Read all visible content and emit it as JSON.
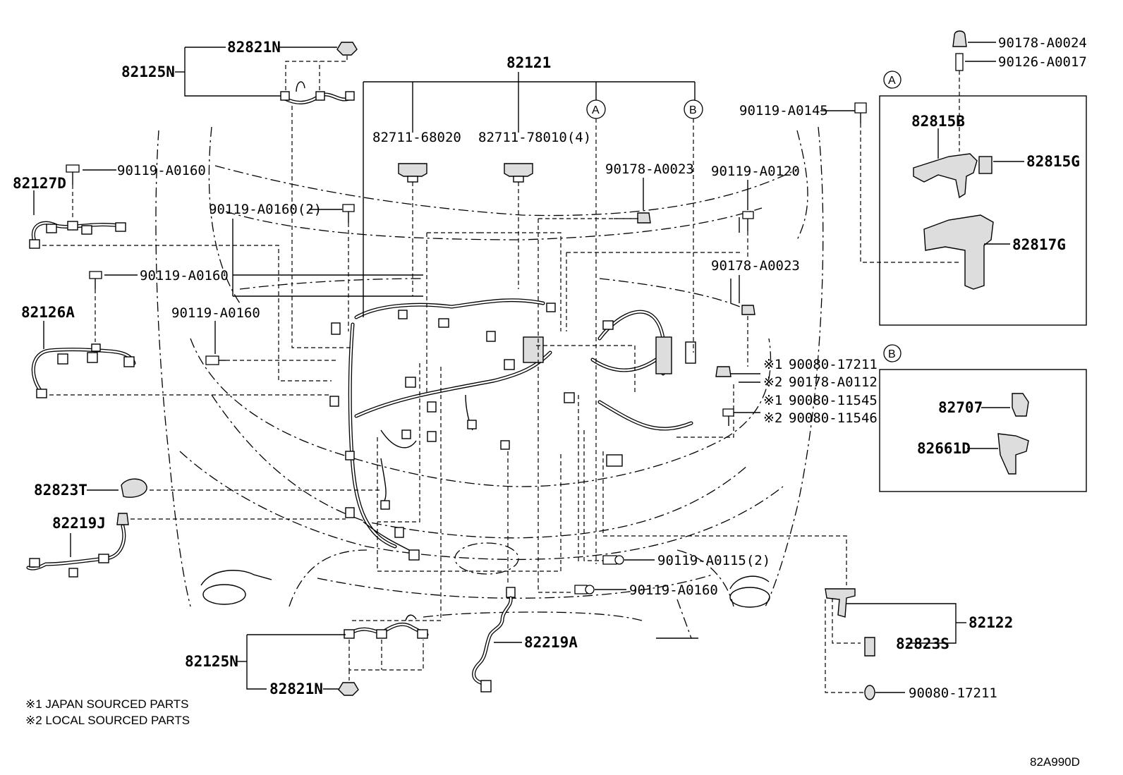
{
  "diagram_code": "82A990D",
  "labels": {
    "l82821N_top": "82821N",
    "l82125N_top": "82125N",
    "l82121": "82121",
    "lA_top": "A",
    "lB_top": "B",
    "l82711_68020": "82711-68020",
    "l82711_78010": "82711-78010(4)",
    "l90178_A0023_a": "90178-A0023",
    "l90119_A0120": "90119-A0120",
    "l90119_A0145": "90119-A0145",
    "l90178_A0024": "90178-A0024",
    "l90126_A0017": "90126-A0017",
    "l82815B": "82815B",
    "l82815G": "82815G",
    "l82817G": "82817G",
    "l90119_A0160_a": "90119-A0160",
    "l82127D": "82127D",
    "l90119_A0160_2": "90119-A0160(2)",
    "l90119_A0160_b": "90119-A0160",
    "l82126A": "82126A",
    "l90119_A0160_c": "90119-A0160",
    "l90178_A0023_b": "90178-A0023",
    "l90080_17211_a": "90080-17211",
    "l90178_A0112": "90178-A0112",
    "l90080_11545": "90080-11545",
    "l90080_11546": "90080-11546",
    "mark1a": "※1",
    "mark2a": "※2",
    "mark1b": "※1",
    "mark2b": "※2",
    "l82707": "82707",
    "l82661D": "82661D",
    "l82823T": "82823T",
    "l82219J": "82219J",
    "l90119_A0115": "90119-A0115(2)",
    "l90119_A0160_d": "90119-A0160",
    "l82125N_bot": "82125N",
    "l82821N_bot": "82821N",
    "l82219A": "82219A",
    "l82122": "82122",
    "l82823S": "82823S",
    "l90080_17211_b": "90080-17211",
    "callout_A": "A",
    "callout_B": "B"
  },
  "notes": {
    "note1": "※1 JAPAN SOURCED PARTS",
    "note2": "※2 LOCAL SOURCED PARTS"
  }
}
